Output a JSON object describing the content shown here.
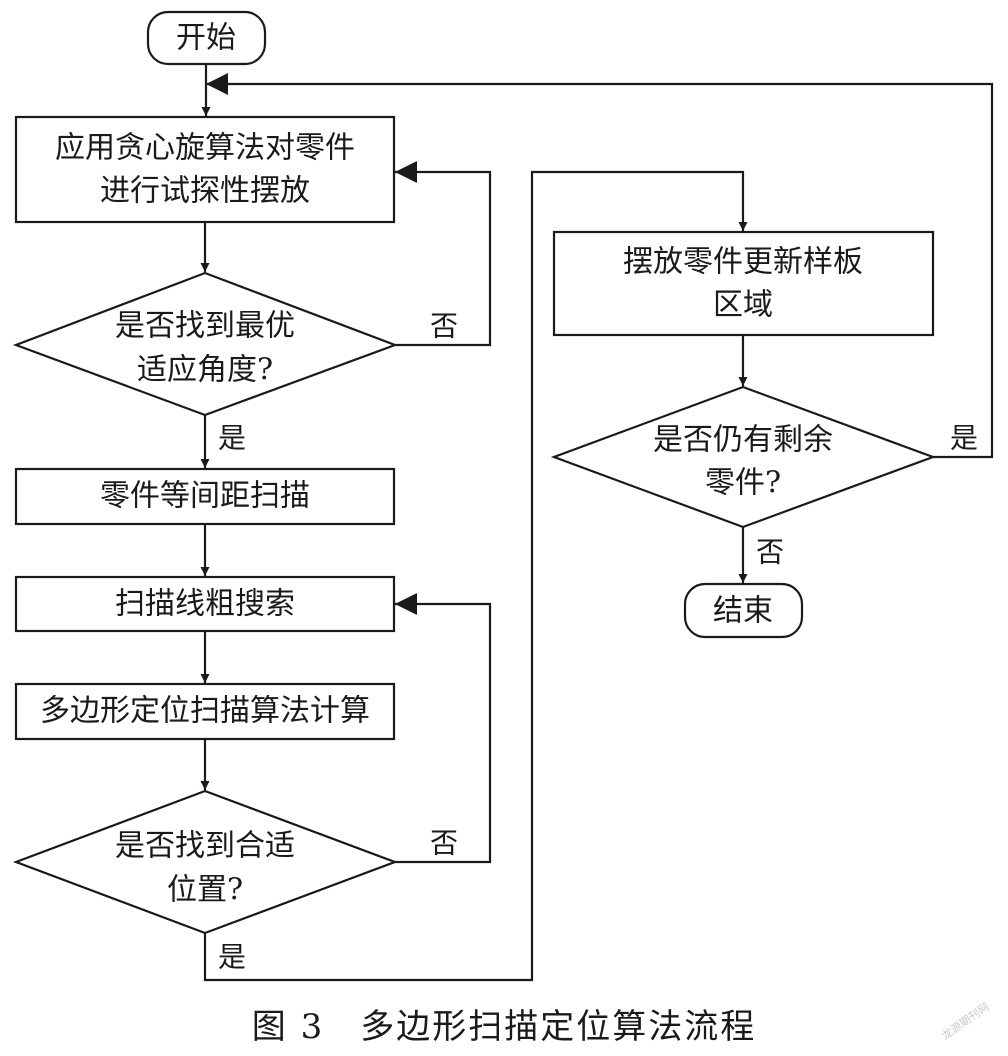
{
  "nodes": {
    "start": "开始",
    "greedy_line1": "应用贪心旋算法对零件",
    "greedy_line2": "进行试探性摆放",
    "optimal_line1": "是否找到最优",
    "optimal_line2": "适应角度?",
    "equal_scan": "零件等间距扫描",
    "coarse_search": "扫描线粗搜索",
    "polygon_calc": "多边形定位扫描算法计算",
    "fit_line1": "是否找到合适",
    "fit_line2": "位置?",
    "place_line1": "摆放零件更新样板",
    "place_line2": "区域",
    "remain_line1": "是否仍有剩余",
    "remain_line2": "零件?",
    "end": "结束"
  },
  "edge_labels": {
    "optimal_no": "否",
    "optimal_yes": "是",
    "fit_no": "否",
    "fit_yes": "是",
    "remain_yes": "是",
    "remain_no": "否"
  },
  "caption": "图 3　多边形扫描定位算法流程",
  "watermark": "龙源期刊网"
}
